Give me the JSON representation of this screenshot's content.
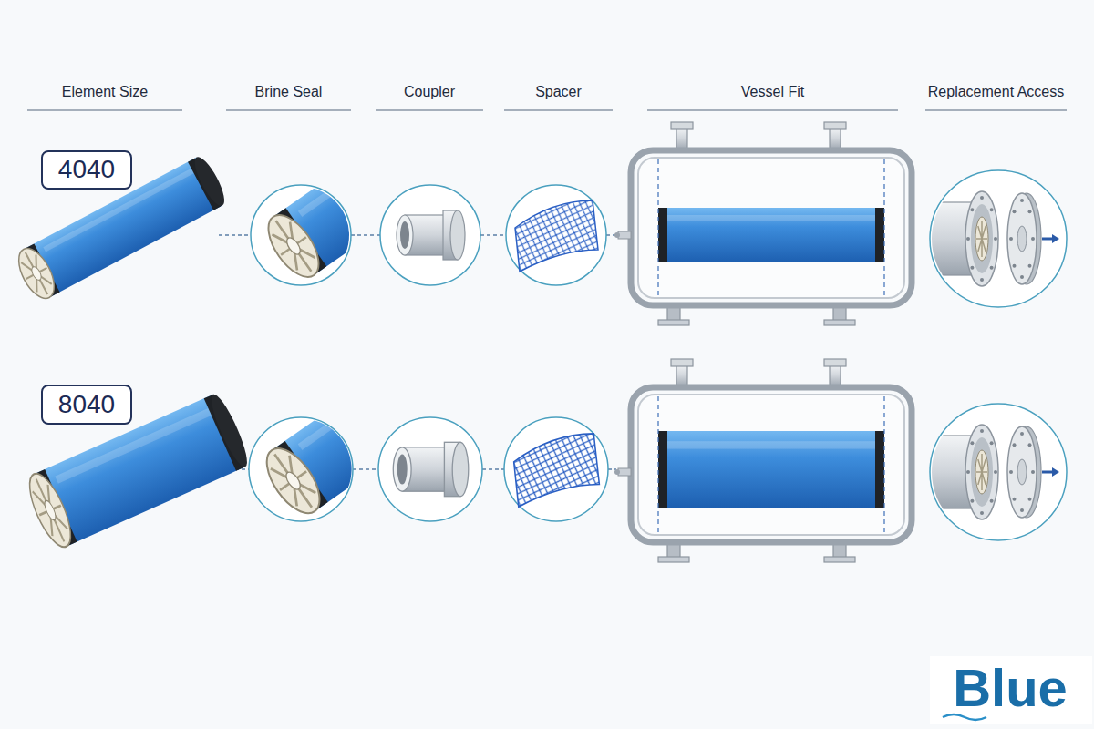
{
  "diagram": {
    "nodes": [
      {
        "text": [
          "4040"
        ]
      },
      {
        "text": [
          "8040"
        ]
      }
    ],
    "labels": [
      "Element Size",
      "Brine Seal",
      "Coupler",
      "Spacer",
      "Vessel Fit",
      "Replacement Access",
      "Blue"
    ]
  }
}
